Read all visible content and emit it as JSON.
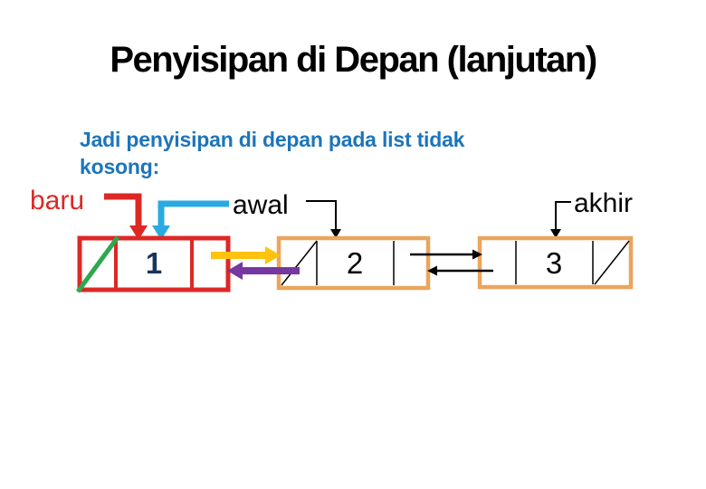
{
  "slide": {
    "title": "Penyisipan di Depan (lanjutan)",
    "subtitle_line1": "Jadi penyisipan di depan pada list tidak",
    "subtitle_line2": "kosong:"
  },
  "labels": {
    "baru": "baru",
    "awal": "awal",
    "akhir": "akhir"
  },
  "nodes": [
    {
      "value": "1",
      "border_color": "#DD2825",
      "value_color": "#17365D"
    },
    {
      "value": "2",
      "border_color": "#EBA55C",
      "value_color": "#000000"
    },
    {
      "value": "3",
      "border_color": "#EBA55C",
      "value_color": "#000000"
    }
  ],
  "colors": {
    "title_text": "#000000",
    "subtitle_text": "#1C75BB",
    "red": "#DD2825",
    "cyan": "#29ABE2",
    "yellow": "#FFC20E",
    "purple": "#7438A0",
    "orange": "#EBA55C",
    "green": "#2EA850",
    "black": "#000000"
  }
}
